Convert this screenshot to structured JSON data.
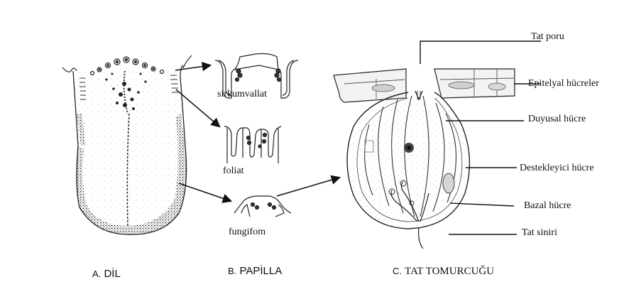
{
  "panels": {
    "a": {
      "letter": "A.",
      "title": "DİL"
    },
    "b": {
      "letter": "B.",
      "title": "PAPİLLA"
    },
    "c": {
      "letter": "C.",
      "title": "TAT TOMURCUĞU"
    }
  },
  "papilla_labels": {
    "circumvallate": "sirkumvallat",
    "foliate": "foliat",
    "fungiform": "fungifom"
  },
  "taste_bud_labels": {
    "pore": "Tat poru",
    "epithelial": "Epitelyal hücreler",
    "sensory": "Duyusal hücre",
    "supporting": "Destekleyici hücre",
    "basal": "Bazal hücre",
    "nerve": "Tat siniri"
  }
}
